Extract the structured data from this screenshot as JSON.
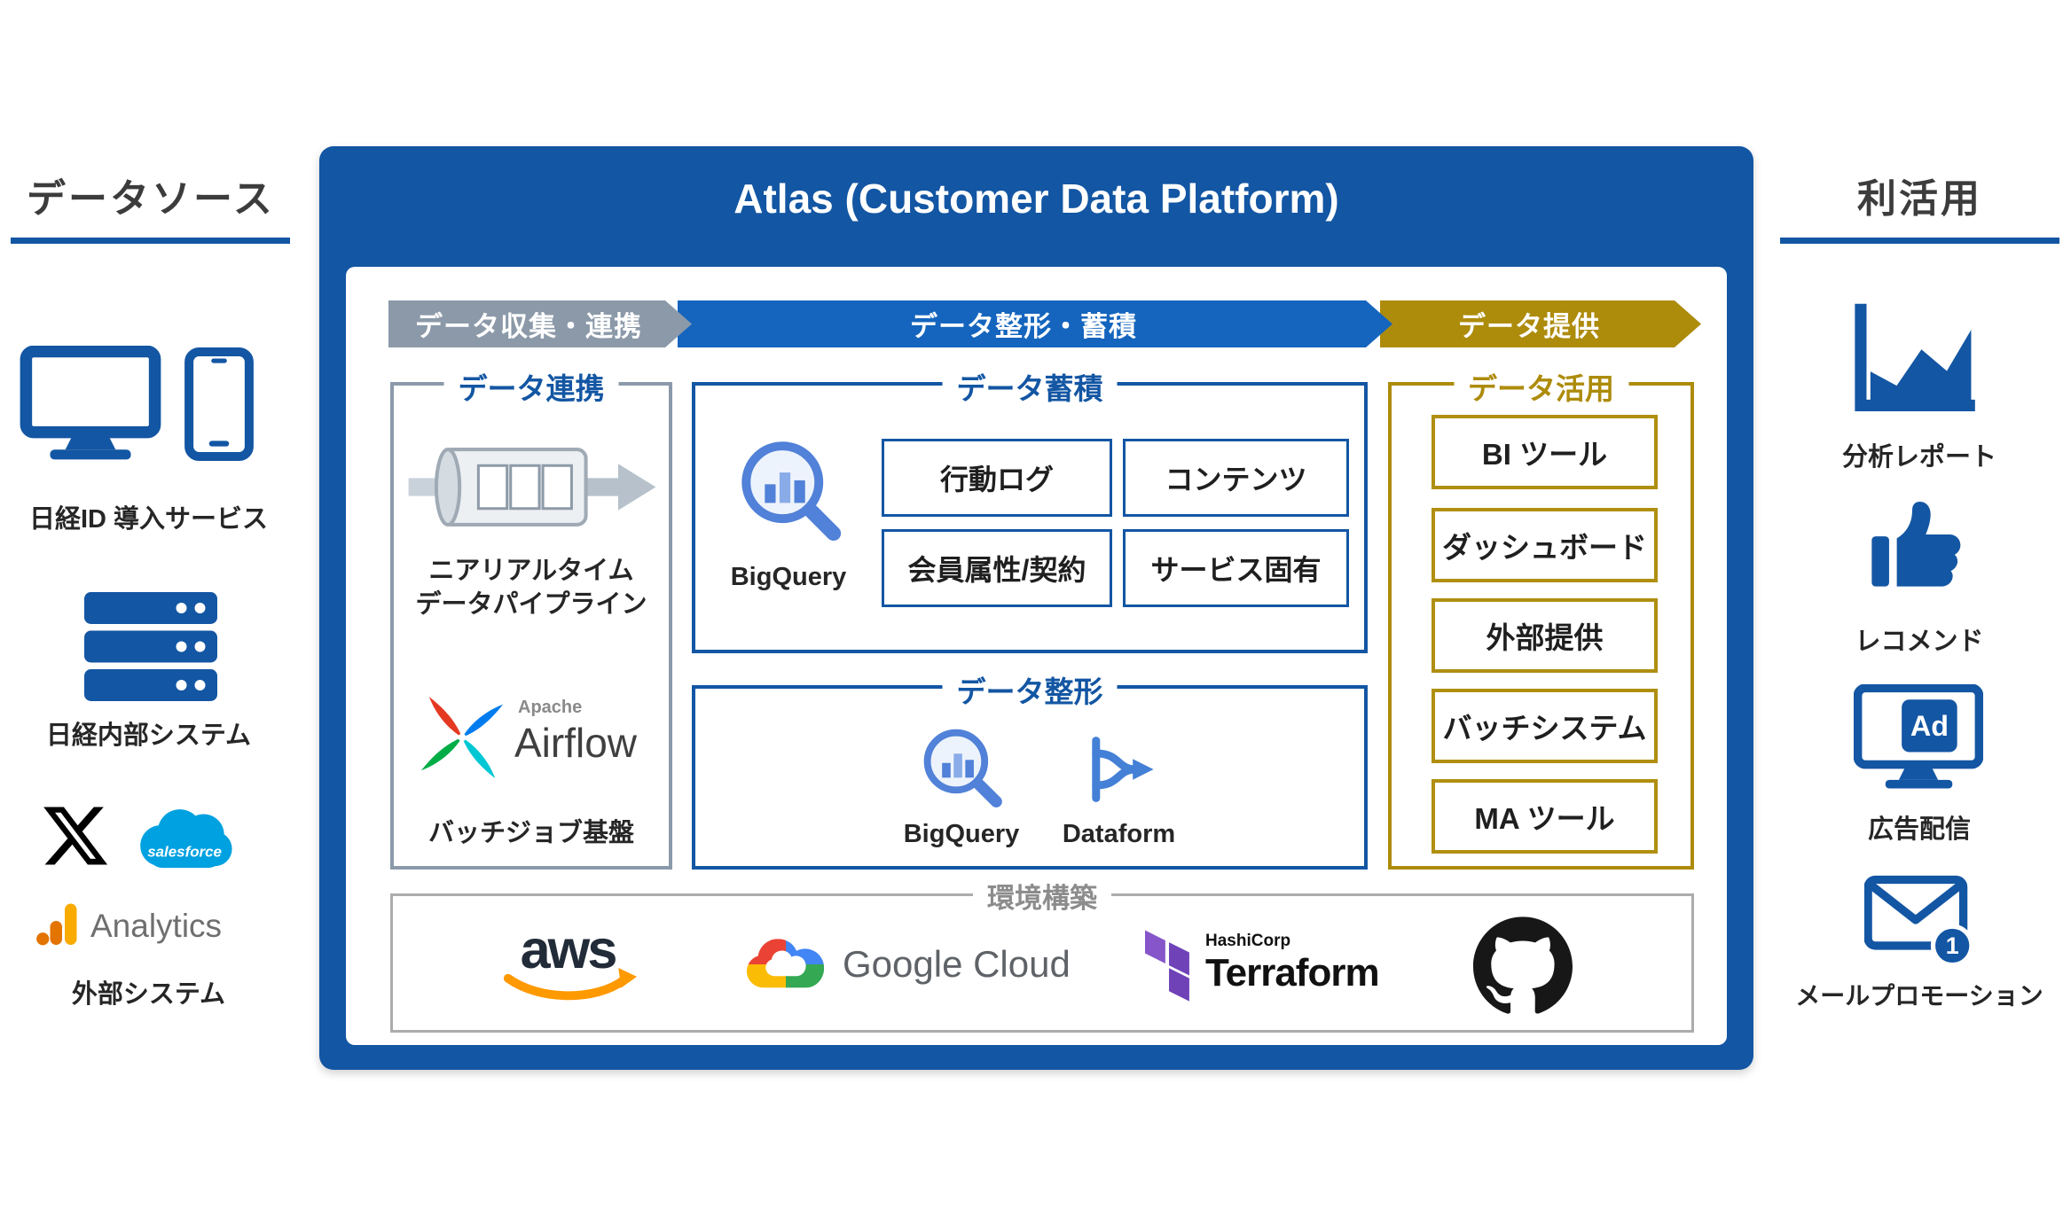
{
  "data_sources": {
    "title": "データソース",
    "nikkei_id_label": "日経ID 導入サービス",
    "internal_label": "日経内部システム",
    "external_label": "外部システム",
    "salesforce_text": "salesforce",
    "analytics_text": "Analytics"
  },
  "platform": {
    "title": "Atlas (Customer Data Platform)",
    "stages": {
      "collect": "データ収集・連携",
      "transform": "データ整形・蓄積",
      "provide": "データ提供"
    },
    "integration": {
      "title": "データ連携",
      "pipeline_line1": "ニアリアルタイム",
      "pipeline_line2": "データパイプライン",
      "airflow_apache": "Apache",
      "airflow_name": "Airflow",
      "batch_label": "バッチジョブ基盤"
    },
    "storage": {
      "title": "データ蓄積",
      "bigquery_label": "BigQuery",
      "boxes": [
        "行動ログ",
        "コンテンツ",
        "会員属性/契約",
        "サービス固有"
      ]
    },
    "shaping": {
      "title": "データ整形",
      "bigquery_label": "BigQuery",
      "dataform_label": "Dataform"
    },
    "usage": {
      "title": "データ活用",
      "boxes": [
        "BI ツール",
        "ダッシュボード",
        "外部提供",
        "バッチシステム",
        "MA ツール"
      ]
    },
    "infra": {
      "title": "環境構築",
      "aws_text": "aws",
      "google_cloud_text": "Google Cloud",
      "hashicorp_text": "HashiCorp",
      "terraform_text": "Terraform"
    }
  },
  "utilization": {
    "title": "利活用",
    "report_label": "分析レポート",
    "recommend_label": "レコメンド",
    "ad_label": "広告配信",
    "ad_icon_text": "Ad",
    "mail_label": "メールプロモーション",
    "mail_badge": "1"
  }
}
